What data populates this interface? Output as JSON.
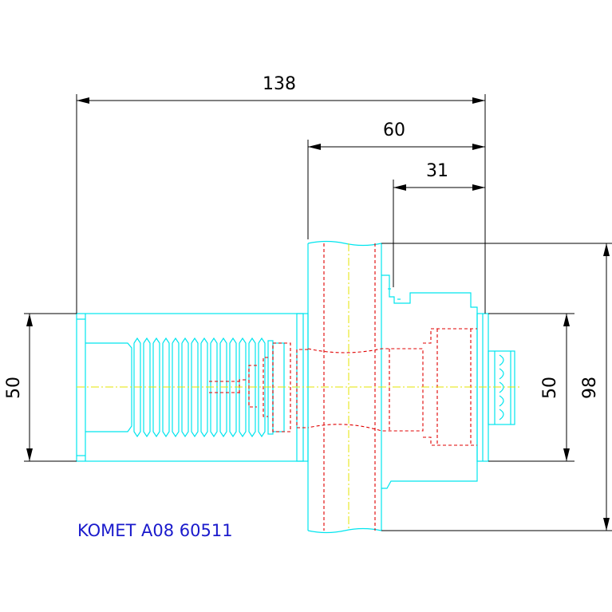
{
  "colors": {
    "background": "#ffffff",
    "dimension": "#000000",
    "part_outline": "#00e5ee",
    "hidden_lines": "#e00000",
    "centerline": "#e6e600",
    "label": "#1a1acc"
  },
  "dimensions": {
    "overall_length": "138",
    "flange_to_face": "60",
    "step_to_face": "31",
    "shank_diameter": "50",
    "bore_diameter": "50",
    "flange_diameter": "98"
  },
  "label": {
    "text": "KOMET A08 60511"
  }
}
